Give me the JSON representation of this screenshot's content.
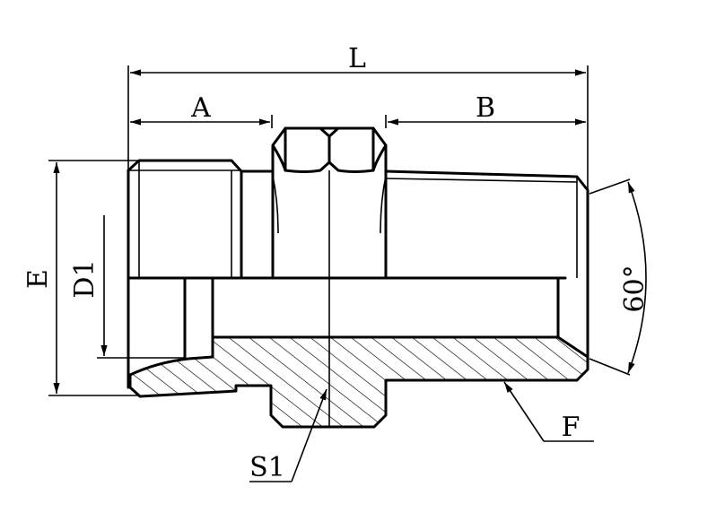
{
  "dimensions": {
    "overall_length": "L",
    "left_thread_length": "A",
    "right_thread_length": "B",
    "outer_diameter": "E",
    "bore_diameter": "D1",
    "angle": "60°"
  },
  "callouts": {
    "hex": "S1",
    "taper_thread": "F"
  }
}
